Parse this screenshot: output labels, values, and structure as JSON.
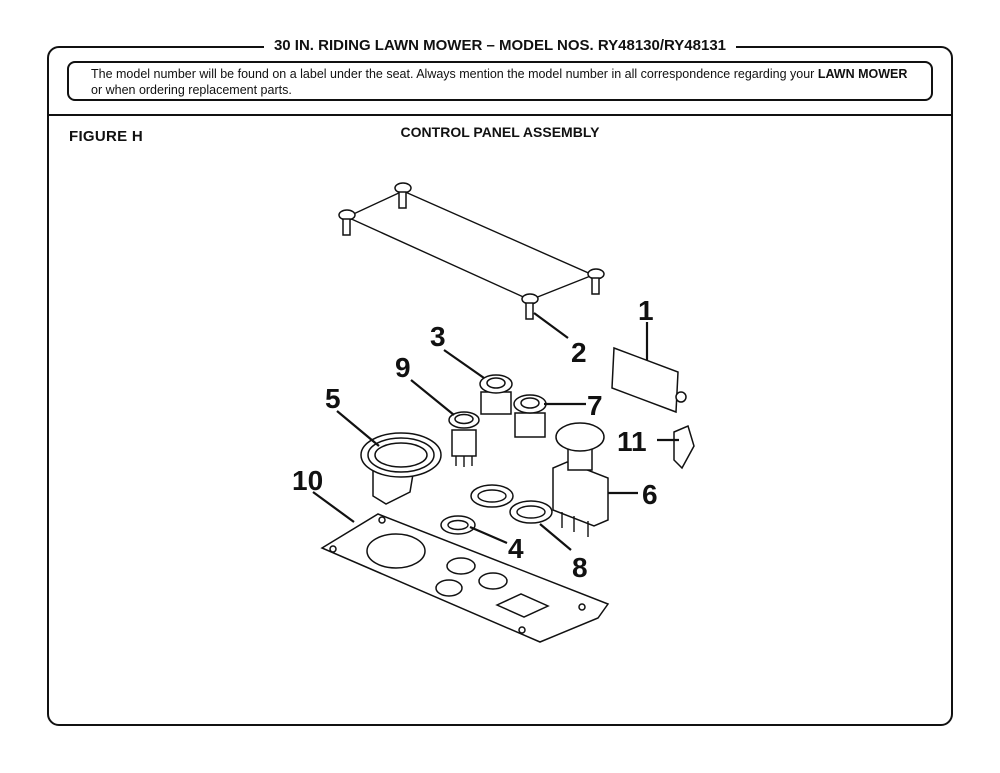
{
  "header": {
    "title": "30 IN. RIDING LAWN MOWER – MODEL NOS. RY48130/RY48131",
    "notice_pre": "The model number will be found on a label under the seat. Always mention the model number in all correspondence regarding your ",
    "notice_bold": "LAWN MOWER",
    "notice_post": " or when ordering replacement parts."
  },
  "figure": {
    "label": "FIGURE H",
    "title": "CONTROL PANEL ASSEMBLY"
  },
  "callouts": {
    "c1": "1",
    "c2": "2",
    "c3": "3",
    "c4": "4",
    "c5": "5",
    "c6": "6",
    "c7": "7",
    "c8": "8",
    "c9": "9",
    "c10": "10",
    "c11": "11"
  }
}
